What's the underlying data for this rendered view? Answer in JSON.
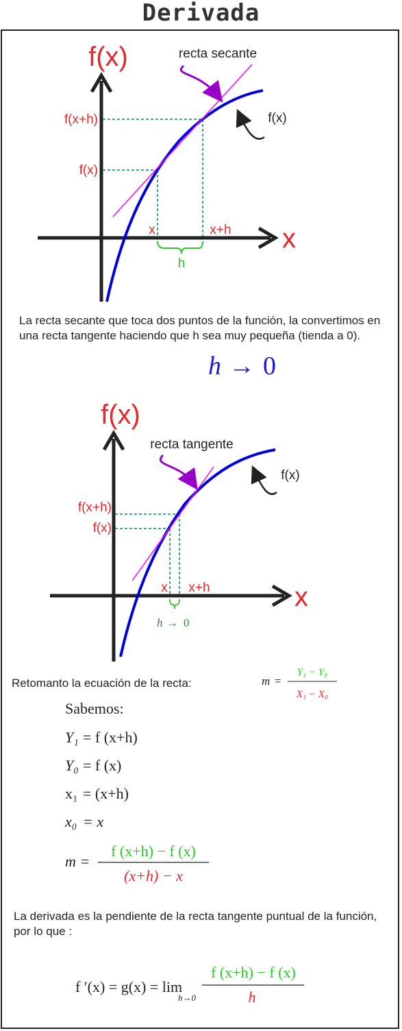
{
  "title": "Derivada",
  "graph1": {
    "y_axis_label": "f(x)",
    "x_axis_label": "x",
    "annotation": "recta secante",
    "curve_label": "f(x)",
    "y_tick_high": "f(x+h)",
    "y_tick_low": "f(x)",
    "x_tick_left": "x",
    "x_tick_right": "x+h",
    "brace_label": "h"
  },
  "paragraph1": "La recta secante que toca dos puntos de la función, la convertimos en una recta tangente haciendo que h sea muy pequeña (tienda a 0).",
  "limit_expr": {
    "var": "h",
    "arrow": "→",
    "target": "0"
  },
  "graph2": {
    "y_axis_label": "f(x)",
    "x_axis_label": "x",
    "annotation": "recta tangente",
    "curve_label": "f(x)",
    "y_tick_high": "f(x+h)",
    "y_tick_low": "f(x)",
    "x_tick_left": "x",
    "x_tick_right": "x+h",
    "brace_label": {
      "var": "h",
      "arrow": "→",
      "target": "0"
    }
  },
  "slope_intro": "Retomanto la ecuación de la recta:",
  "slope_formula": {
    "m": "m",
    "eq": "=",
    "num": "Y₁ − Y₀",
    "den": "X₁ − X₀"
  },
  "known": {
    "heading": "Sabemos:",
    "lines": [
      {
        "lhs": "Y₁",
        "rhs": "= f (x+h)"
      },
      {
        "lhs": "Y₀",
        "rhs": "= f (x)"
      },
      {
        "lhs": "x₁",
        "rhs": "= (x+h)"
      },
      {
        "lhs": "x₀",
        "rhs": "= x"
      }
    ],
    "m_lhs": "m =",
    "m_num": "f (x+h) − f (x)",
    "m_den": "(x+h) − x"
  },
  "paragraph2": "La derivada es la pendiente de la recta tangente puntual de la función, por lo que :",
  "derivative": {
    "lhs": "f ′(x) = g(x) = lim",
    "lim_sub": "h→0",
    "num": "f (x+h) − f (x)",
    "den": "h"
  },
  "colors": {
    "axis": "#222222",
    "curve": "#0000dd",
    "line": "#ff00ff",
    "red": "#e8262b",
    "green": "#2ec52e",
    "guide": "#008a5a",
    "purple": "#9a00c8",
    "formula_blue": "#1a1ad6",
    "green_formula": "#22cc22"
  }
}
